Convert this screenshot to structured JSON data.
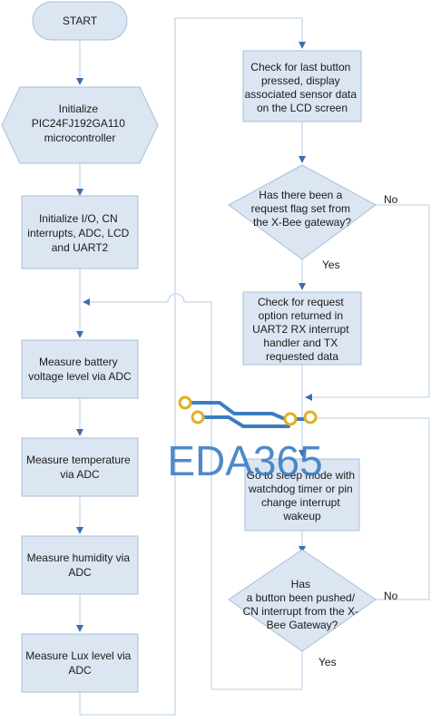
{
  "colors": {
    "box_fill": "#dce6f2",
    "box_stroke": "#a9bfd9",
    "connector": "#c6d7ea",
    "arrowhead": "#3d6fae",
    "watermark_blue": "#3b7dc4",
    "watermark_gold": "#e0b020"
  },
  "nodes": {
    "start": "START",
    "init_mcu": [
      "Initialize",
      "PIC24FJ192GA110",
      "microcontroller"
    ],
    "init_io": [
      "Initialize I/O, CN",
      "interrupts, ADC, LCD",
      "and UART2"
    ],
    "measure_battery": [
      "Measure battery",
      "voltage level via ADC"
    ],
    "measure_temp": [
      "Measure temperature",
      "via ADC"
    ],
    "measure_humidity": [
      "Measure humidity via",
      "ADC"
    ],
    "measure_lux": [
      "Measure Lux level via",
      "ADC"
    ],
    "check_button": [
      "Check for last button",
      "pressed, display",
      "associated sensor data",
      "on the LCD screen"
    ],
    "request_flag": [
      "Has there been a",
      "request flag set from",
      "the X-Bee gateway?"
    ],
    "check_request": [
      "Check for request",
      "option returned in",
      "UART2 RX interrupt",
      "handler and TX",
      "requested data"
    ],
    "sleep_mode": [
      "Go to sleep mode with",
      "watchdog timer or pin",
      "change interrupt",
      "wakeup"
    ],
    "button_pushed": [
      "Has",
      "a button been pushed/",
      "CN interrupt from the X-",
      "Bee Gateway?"
    ]
  },
  "labels": {
    "no1": "No",
    "yes1": "Yes",
    "no2": "No",
    "yes2": "Yes"
  },
  "watermark": "EDA365"
}
